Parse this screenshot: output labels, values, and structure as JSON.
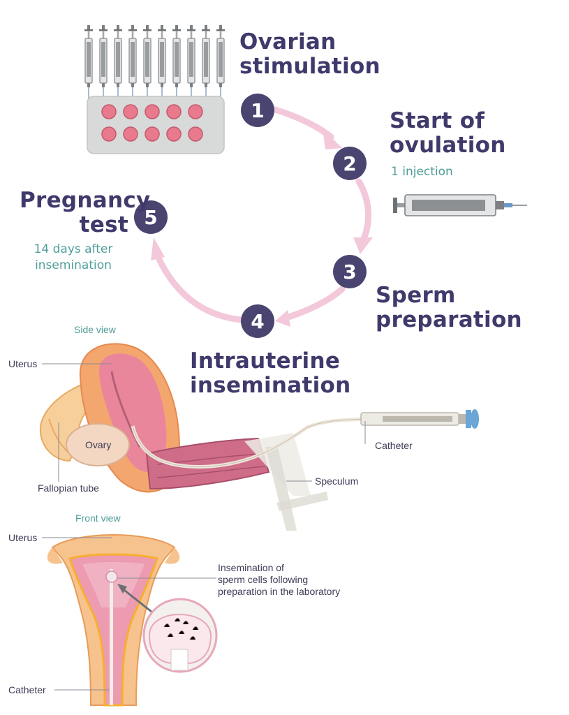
{
  "steps": [
    {
      "number": "1",
      "title_line1": "Ovarian",
      "title_line2": "stimulation"
    },
    {
      "number": "2",
      "title_line1": "Start of",
      "title_line2": "ovulation",
      "note": "1 injection"
    },
    {
      "number": "3",
      "title_line1": "Sperm",
      "title_line2": "preparation"
    },
    {
      "number": "4",
      "title_line1": "Intrauterine",
      "title_line2": "insemination"
    },
    {
      "number": "5",
      "title_line1": "Pregnancy",
      "title_line2": "test",
      "note_line1": "14 days after",
      "note_line2": "insemination"
    }
  ],
  "side_view": {
    "heading": "Side view",
    "labels": {
      "uterus": "Uterus",
      "ovary": "Ovary",
      "fallopian_tube": "Fallopian tube",
      "catheter": "Catheter",
      "speculum": "Speculum"
    }
  },
  "front_view": {
    "heading": "Front view",
    "labels": {
      "uterus": "Uterus",
      "catheter": "Catheter",
      "insemination_line1": "Insemination of",
      "insemination_line2": "sperm cells following",
      "insemination_line3": "preparation in the laboratory"
    }
  },
  "colors": {
    "step_circle": "#4a4470",
    "step_text": "#3f3a6b",
    "note_text": "#4f9e9a",
    "cycle_arrow": "#f3c8da",
    "pill": "#e8798d",
    "blister": "#d7d8d8"
  }
}
